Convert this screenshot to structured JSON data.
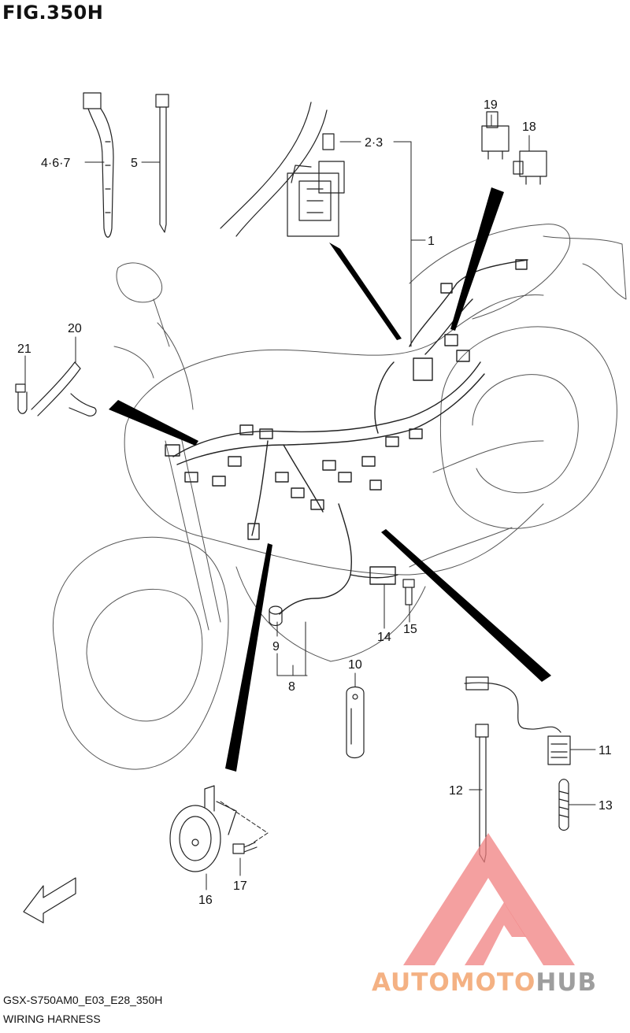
{
  "figure": {
    "title": "FIG.350H",
    "code": "GSX-S750AM0_E03_E28_350H",
    "name": "WIRING HARNESS"
  },
  "callouts": [
    {
      "id": "c1",
      "label": "1"
    },
    {
      "id": "c23",
      "label": "2·3"
    },
    {
      "id": "c467",
      "label": "4·6·7"
    },
    {
      "id": "c5",
      "label": "5"
    },
    {
      "id": "c8",
      "label": "8"
    },
    {
      "id": "c9",
      "label": "9"
    },
    {
      "id": "c10",
      "label": "10"
    },
    {
      "id": "c11",
      "label": "11"
    },
    {
      "id": "c12",
      "label": "12"
    },
    {
      "id": "c13",
      "label": "13"
    },
    {
      "id": "c14",
      "label": "14"
    },
    {
      "id": "c15",
      "label": "15"
    },
    {
      "id": "c16",
      "label": "16"
    },
    {
      "id": "c17",
      "label": "17"
    },
    {
      "id": "c18",
      "label": "18"
    },
    {
      "id": "c19",
      "label": "19"
    },
    {
      "id": "c20",
      "label": "20"
    },
    {
      "id": "c21",
      "label": "21"
    }
  ],
  "fwd_label": "FWD",
  "watermark": {
    "part1": "AUTOMOTO",
    "part2": "HUB",
    "color1": "#f4b183",
    "color2": "#9e9e9e",
    "logo_color": "#f08080"
  }
}
